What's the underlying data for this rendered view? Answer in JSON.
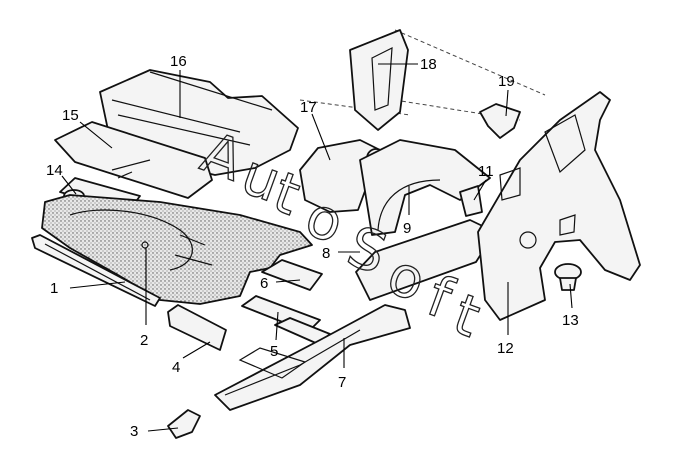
{
  "callouts": [
    {
      "id": "1",
      "label": "1"
    },
    {
      "id": "2",
      "label": "2"
    },
    {
      "id": "3",
      "label": "3"
    },
    {
      "id": "4",
      "label": "4"
    },
    {
      "id": "5",
      "label": "5"
    },
    {
      "id": "6",
      "label": "6"
    },
    {
      "id": "7",
      "label": "7"
    },
    {
      "id": "8",
      "label": "8"
    },
    {
      "id": "9",
      "label": "9"
    },
    {
      "id": "11",
      "label": "11"
    },
    {
      "id": "12",
      "label": "12"
    },
    {
      "id": "13",
      "label": "13"
    },
    {
      "id": "14",
      "label": "14"
    },
    {
      "id": "15",
      "label": "15"
    },
    {
      "id": "16",
      "label": "16"
    },
    {
      "id": "17",
      "label": "17"
    },
    {
      "id": "18",
      "label": "18"
    },
    {
      "id": "19",
      "label": "19"
    }
  ],
  "watermark": {
    "letters": [
      "A",
      "u",
      "t",
      "o",
      "S",
      "o",
      "f",
      "t"
    ]
  }
}
